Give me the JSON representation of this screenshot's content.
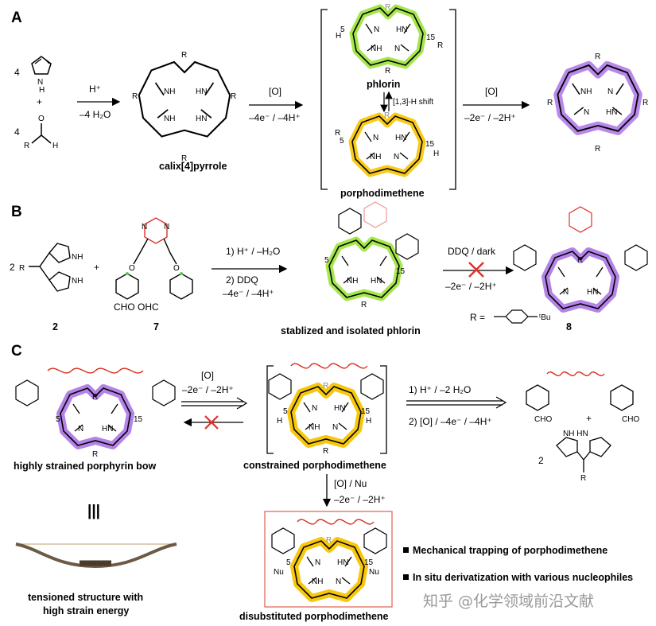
{
  "panels": {
    "a": "A",
    "b": "B",
    "c": "C"
  },
  "panel_a": {
    "coef_pyrrole": "4",
    "coef_aldehyde": "4",
    "plus": "+",
    "step1_top": "H⁺",
    "step1_bottom": "–4 H₂O",
    "calix_label": "calix[4]pyrrole",
    "step2_top": "[O]",
    "step2_bottom": "–4e⁻ / –4H⁺",
    "phlorin_label": "phlorin",
    "shift_label": "[1,3]-H shift",
    "porphodimethene_label": "porphodimethene",
    "step3_top": "[O]",
    "step3_bottom": "–2e⁻ / –2H⁺"
  },
  "panel_b": {
    "compound2_label": "2",
    "compound7_label": "7",
    "plus": "+",
    "coef": "2",
    "cho_label": "CHO OHC",
    "cond1": "1) H⁺ / –H₂O",
    "cond2": "2) DDQ",
    "cond3": "–4e⁻ / –4H⁺",
    "phlorin_caption": "stablized and isolated phlorin",
    "blocked_top": "DDQ / dark",
    "blocked_bottom": "–2e⁻ / –2H⁺",
    "compound8_label": "8",
    "r_def": "R ="
  },
  "panel_c": {
    "bow_caption": "highly strained porphyrin bow",
    "fwd_top": "[O]",
    "fwd_bottom": "–2e⁻ / –2H⁺",
    "constrained_caption": "constrained porphodimethene",
    "hydrolysis1": "1) H⁺ / –2 H₂O",
    "hydrolysis2": "2) [O] / –4e⁻ / –4H⁺",
    "plus": "+",
    "coef2": "2",
    "down_top": "[O] / Nu",
    "down_bottom": "–2e⁻ / –2H⁺",
    "equiv_symbol": "|||",
    "tension_caption_1": "tensioned structure with",
    "tension_caption_2": "high strain energy",
    "disub_caption": "disubstituted porphodimethene",
    "bullet1": "Mechanical trapping of porphodimethene",
    "bullet2": "In situ derivatization with various nucleophiles",
    "watermark": "知乎 @化学领域前沿文献"
  },
  "colors": {
    "phlorin_green": "#9be33a",
    "porphodimethene_yellow": "#f7c400",
    "porphyrin_purple": "#b07ce6",
    "cross_red": "#e0302a",
    "wave_red": "#d9301f",
    "hydrogen_blue": "#2d8fd8",
    "box_red": "#e26b5a"
  }
}
